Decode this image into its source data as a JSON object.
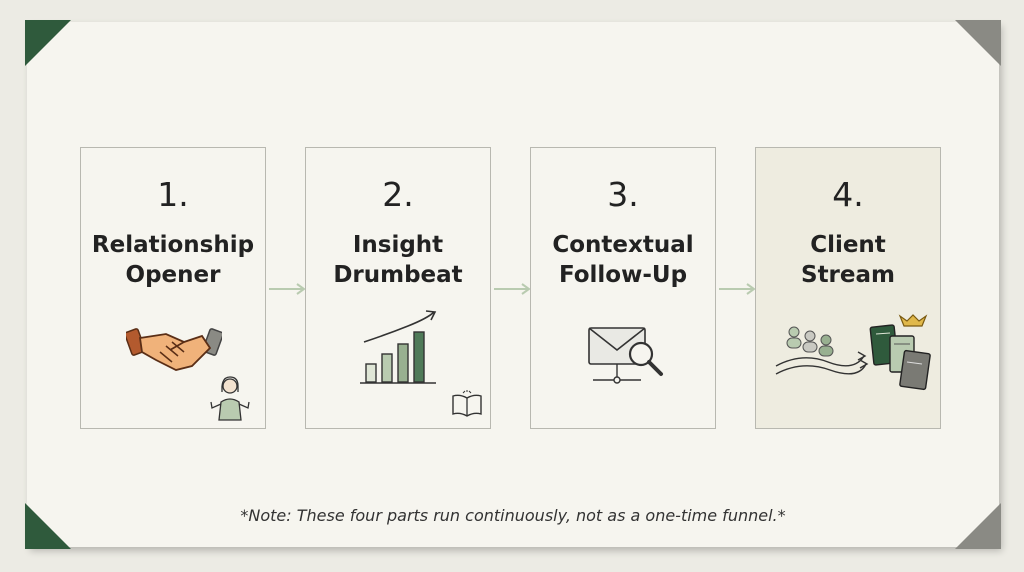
{
  "steps": [
    {
      "number": "1.",
      "title_line1": "Relationship",
      "title_line2": "Opener",
      "icon": "handshake-icon"
    },
    {
      "number": "2.",
      "title_line1": "Insight",
      "title_line2": "Drumbeat",
      "icon": "growth-chart-icon"
    },
    {
      "number": "3.",
      "title_line1": "Contextual",
      "title_line2": "Follow-Up",
      "icon": "envelope-search-icon"
    },
    {
      "number": "4.",
      "title_line1": "Client",
      "title_line2": "Stream",
      "icon": "people-stream-books-icon"
    }
  ],
  "note": "*Note: These four parts run continuously, not as a one-time funnel.*",
  "colors": {
    "background": "#ecebe4",
    "card": "#f6f5ef",
    "corner_accent": "#2f5a3c",
    "arrow": "#b9cbb0",
    "highlight_box": "#eeece0"
  }
}
